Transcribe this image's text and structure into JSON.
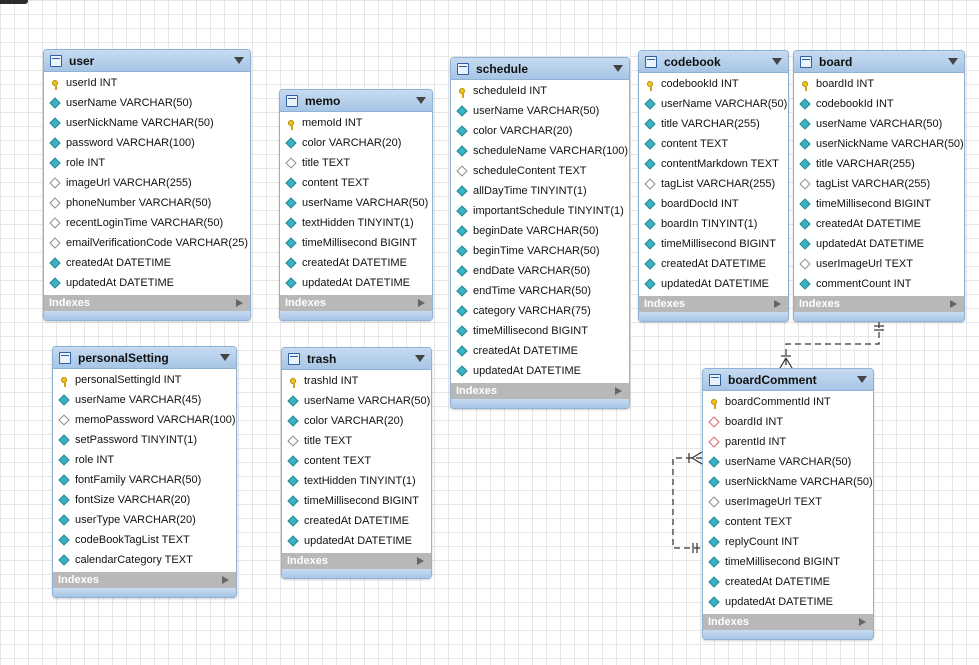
{
  "tables": {
    "user": {
      "name": "user",
      "columns": [
        {
          "text": "userId INT",
          "icon": "key-icon"
        },
        {
          "text": "userName VARCHAR(50)",
          "icon": "diamond-filled-icon"
        },
        {
          "text": "userNickName VARCHAR(50)",
          "icon": "diamond-filled-icon"
        },
        {
          "text": "password VARCHAR(100)",
          "icon": "diamond-filled-icon"
        },
        {
          "text": "role INT",
          "icon": "diamond-filled-icon"
        },
        {
          "text": "imageUrl VARCHAR(255)",
          "icon": "diamond-empty-icon"
        },
        {
          "text": "phoneNumber VARCHAR(50)",
          "icon": "diamond-empty-icon"
        },
        {
          "text": "recentLoginTime VARCHAR(50)",
          "icon": "diamond-empty-icon"
        },
        {
          "text": "emailVerificationCode VARCHAR(25)",
          "icon": "diamond-empty-icon"
        },
        {
          "text": "createdAt DATETIME",
          "icon": "diamond-filled-icon"
        },
        {
          "text": "updatedAt DATETIME",
          "icon": "diamond-filled-icon"
        }
      ],
      "indexes_label": "Indexes"
    },
    "memo": {
      "name": "memo",
      "columns": [
        {
          "text": "memoId INT",
          "icon": "key-icon"
        },
        {
          "text": "color VARCHAR(20)",
          "icon": "diamond-filled-icon"
        },
        {
          "text": "title TEXT",
          "icon": "diamond-empty-icon"
        },
        {
          "text": "content TEXT",
          "icon": "diamond-filled-icon"
        },
        {
          "text": "userName VARCHAR(50)",
          "icon": "diamond-filled-icon"
        },
        {
          "text": "textHidden TINYINT(1)",
          "icon": "diamond-filled-icon"
        },
        {
          "text": "timeMillisecond BIGINT",
          "icon": "diamond-filled-icon"
        },
        {
          "text": "createdAt DATETIME",
          "icon": "diamond-filled-icon"
        },
        {
          "text": "updatedAt DATETIME",
          "icon": "diamond-filled-icon"
        }
      ],
      "indexes_label": "Indexes"
    },
    "schedule": {
      "name": "schedule",
      "columns": [
        {
          "text": "scheduleId INT",
          "icon": "key-icon"
        },
        {
          "text": "userName VARCHAR(50)",
          "icon": "diamond-filled-icon"
        },
        {
          "text": "color VARCHAR(20)",
          "icon": "diamond-filled-icon"
        },
        {
          "text": "scheduleName VARCHAR(100)",
          "icon": "diamond-filled-icon"
        },
        {
          "text": "scheduleContent TEXT",
          "icon": "diamond-empty-icon"
        },
        {
          "text": "allDayTime TINYINT(1)",
          "icon": "diamond-filled-icon"
        },
        {
          "text": "importantSchedule TINYINT(1)",
          "icon": "diamond-filled-icon"
        },
        {
          "text": "beginDate VARCHAR(50)",
          "icon": "diamond-filled-icon"
        },
        {
          "text": "beginTime VARCHAR(50)",
          "icon": "diamond-filled-icon"
        },
        {
          "text": "endDate VARCHAR(50)",
          "icon": "diamond-filled-icon"
        },
        {
          "text": "endTime VARCHAR(50)",
          "icon": "diamond-filled-icon"
        },
        {
          "text": "category VARCHAR(75)",
          "icon": "diamond-filled-icon"
        },
        {
          "text": "timeMillisecond BIGINT",
          "icon": "diamond-filled-icon"
        },
        {
          "text": "createdAt DATETIME",
          "icon": "diamond-filled-icon"
        },
        {
          "text": "updatedAt DATETIME",
          "icon": "diamond-filled-icon"
        }
      ],
      "indexes_label": "Indexes"
    },
    "codebook": {
      "name": "codebook",
      "columns": [
        {
          "text": "codebookId INT",
          "icon": "key-icon"
        },
        {
          "text": "userName VARCHAR(50)",
          "icon": "diamond-filled-icon"
        },
        {
          "text": "title VARCHAR(255)",
          "icon": "diamond-filled-icon"
        },
        {
          "text": "content TEXT",
          "icon": "diamond-filled-icon"
        },
        {
          "text": "contentMarkdown TEXT",
          "icon": "diamond-filled-icon"
        },
        {
          "text": "tagList VARCHAR(255)",
          "icon": "diamond-empty-icon"
        },
        {
          "text": "boardDocId INT",
          "icon": "diamond-filled-icon"
        },
        {
          "text": "boardIn TINYINT(1)",
          "icon": "diamond-filled-icon"
        },
        {
          "text": "timeMillisecond BIGINT",
          "icon": "diamond-filled-icon"
        },
        {
          "text": "createdAt DATETIME",
          "icon": "diamond-filled-icon"
        },
        {
          "text": "updatedAt DATETIME",
          "icon": "diamond-filled-icon"
        }
      ],
      "indexes_label": "Indexes"
    },
    "board": {
      "name": "board",
      "columns": [
        {
          "text": "boardId INT",
          "icon": "key-icon"
        },
        {
          "text": "codebookId INT",
          "icon": "diamond-filled-icon"
        },
        {
          "text": "userName VARCHAR(50)",
          "icon": "diamond-filled-icon"
        },
        {
          "text": "userNickName VARCHAR(50)",
          "icon": "diamond-filled-icon"
        },
        {
          "text": "title VARCHAR(255)",
          "icon": "diamond-filled-icon"
        },
        {
          "text": "tagList VARCHAR(255)",
          "icon": "diamond-empty-icon"
        },
        {
          "text": "timeMillisecond BIGINT",
          "icon": "diamond-filled-icon"
        },
        {
          "text": "createdAt DATETIME",
          "icon": "diamond-filled-icon"
        },
        {
          "text": "updatedAt DATETIME",
          "icon": "diamond-filled-icon"
        },
        {
          "text": "userImageUrl TEXT",
          "icon": "diamond-empty-icon"
        },
        {
          "text": "commentCount INT",
          "icon": "diamond-filled-icon"
        }
      ],
      "indexes_label": "Indexes"
    },
    "personalSetting": {
      "name": "personalSetting",
      "columns": [
        {
          "text": "personalSettingId INT",
          "icon": "key-icon"
        },
        {
          "text": "userName VARCHAR(45)",
          "icon": "diamond-filled-icon"
        },
        {
          "text": "memoPassword VARCHAR(100)",
          "icon": "diamond-empty-icon"
        },
        {
          "text": "setPassword TINYINT(1)",
          "icon": "diamond-filled-icon"
        },
        {
          "text": "role INT",
          "icon": "diamond-filled-icon"
        },
        {
          "text": "fontFamily VARCHAR(50)",
          "icon": "diamond-filled-icon"
        },
        {
          "text": "fontSize VARCHAR(20)",
          "icon": "diamond-filled-icon"
        },
        {
          "text": "userType VARCHAR(20)",
          "icon": "diamond-filled-icon"
        },
        {
          "text": "codeBookTagList TEXT",
          "icon": "diamond-filled-icon"
        },
        {
          "text": "calendarCategory TEXT",
          "icon": "diamond-filled-icon"
        }
      ],
      "indexes_label": "Indexes"
    },
    "trash": {
      "name": "trash",
      "columns": [
        {
          "text": "trashId INT",
          "icon": "key-icon"
        },
        {
          "text": "userName VARCHAR(50)",
          "icon": "diamond-filled-icon"
        },
        {
          "text": "color VARCHAR(20)",
          "icon": "diamond-filled-icon"
        },
        {
          "text": "title TEXT",
          "icon": "diamond-empty-icon"
        },
        {
          "text": "content TEXT",
          "icon": "diamond-filled-icon"
        },
        {
          "text": "textHidden TINYINT(1)",
          "icon": "diamond-filled-icon"
        },
        {
          "text": "timeMillisecond BIGINT",
          "icon": "diamond-filled-icon"
        },
        {
          "text": "createdAt DATETIME",
          "icon": "diamond-filled-icon"
        },
        {
          "text": "updatedAt DATETIME",
          "icon": "diamond-filled-icon"
        }
      ],
      "indexes_label": "Indexes"
    },
    "boardComment": {
      "name": "boardComment",
      "columns": [
        {
          "text": "boardCommentId INT",
          "icon": "key-icon"
        },
        {
          "text": "boardId INT",
          "icon": "diamond-fk-icon"
        },
        {
          "text": "parentId INT",
          "icon": "diamond-fk-icon"
        },
        {
          "text": "userName VARCHAR(50)",
          "icon": "diamond-filled-icon"
        },
        {
          "text": "userNickName VARCHAR(50)",
          "icon": "diamond-filled-icon"
        },
        {
          "text": "userImageUrl TEXT",
          "icon": "diamond-empty-icon"
        },
        {
          "text": "content TEXT",
          "icon": "diamond-filled-icon"
        },
        {
          "text": "replyCount INT",
          "icon": "diamond-filled-icon"
        },
        {
          "text": "timeMillisecond BIGINT",
          "icon": "diamond-filled-icon"
        },
        {
          "text": "createdAt DATETIME",
          "icon": "diamond-filled-icon"
        },
        {
          "text": "updatedAt DATETIME",
          "icon": "diamond-filled-icon"
        }
      ],
      "indexes_label": "Indexes"
    }
  },
  "relationships": [
    {
      "from": "board",
      "to": "boardComment",
      "style": "dashed",
      "cardinality": "one-to-many"
    },
    {
      "from": "boardComment",
      "to": "boardComment",
      "style": "dashed",
      "cardinality": "one-to-many"
    }
  ],
  "colors": {
    "header_gradient_top": "#c7dbf0",
    "header_gradient_bottom": "#a7c5e6",
    "border": "#8fb2d6",
    "indexes_bar": "#b8b8b8",
    "column_icon": "#39b3c4",
    "fk_icon": "#d36a6a",
    "key_icon": "#f0c419",
    "relation_line": "#333333"
  }
}
